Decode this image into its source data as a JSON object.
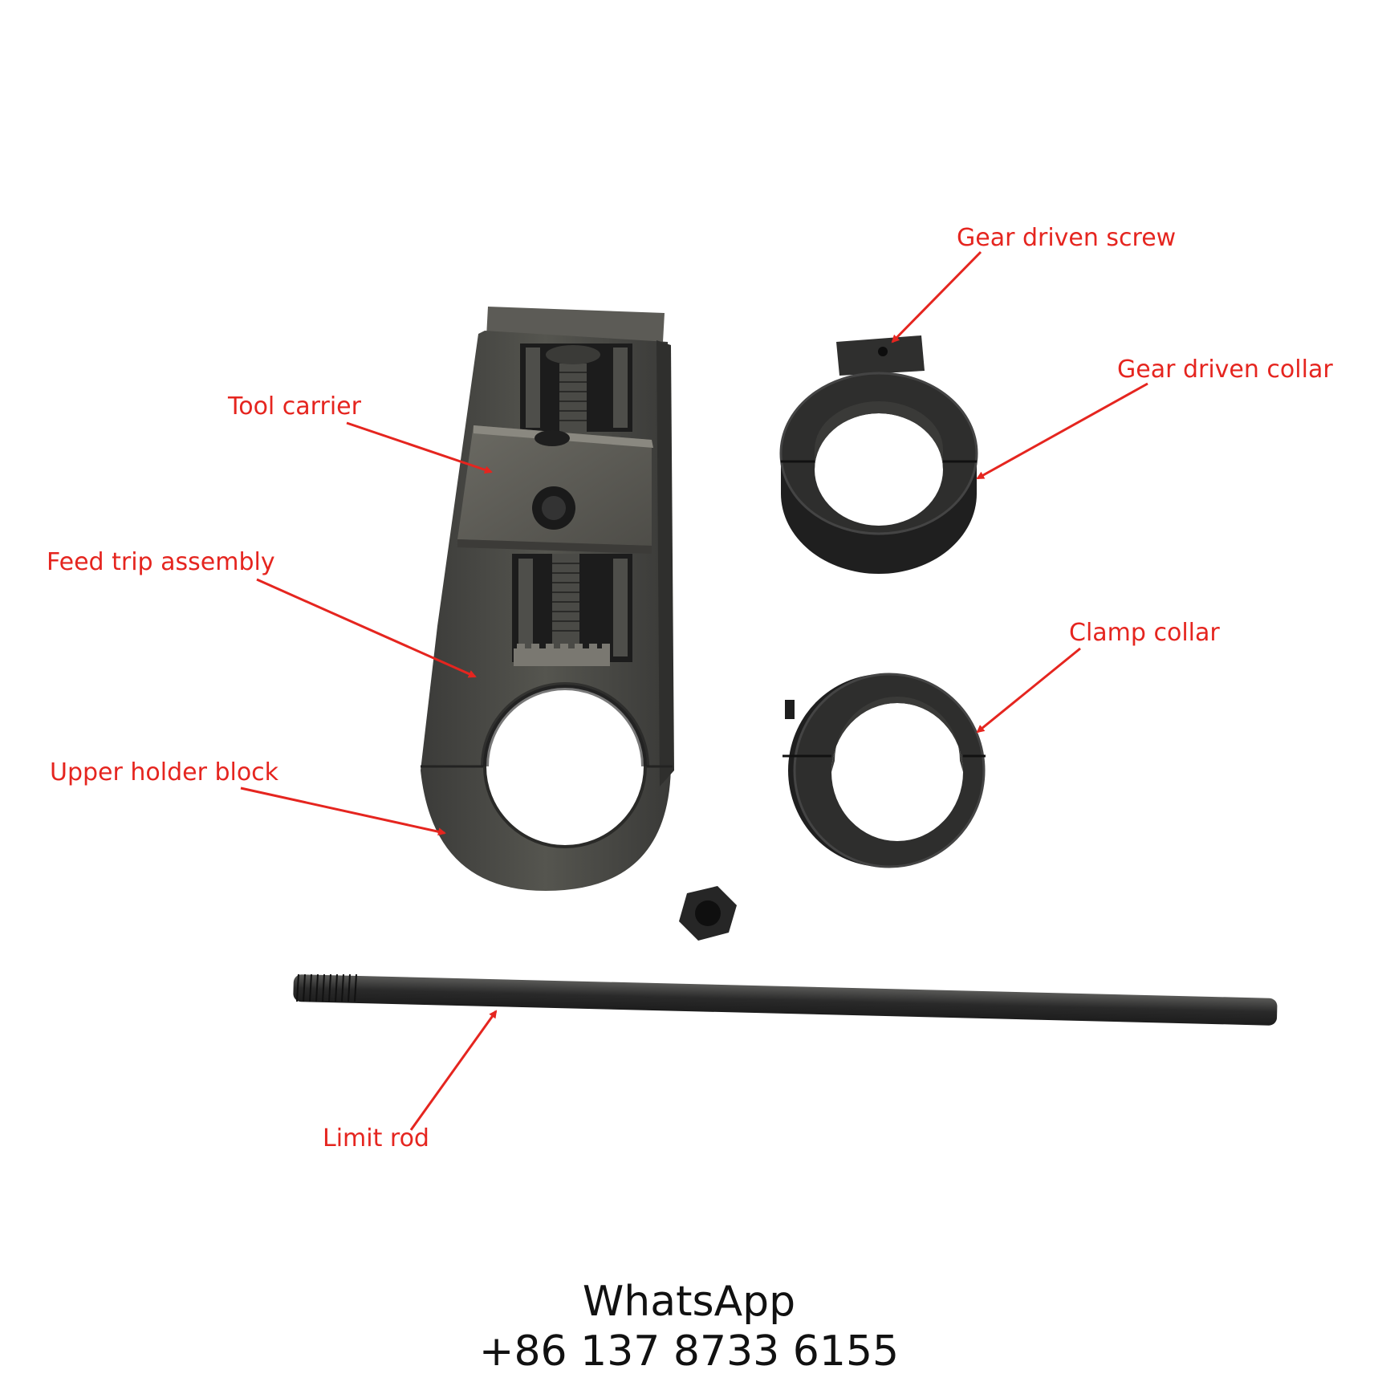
{
  "labels": {
    "gear_driven_screw": "Gear driven screw",
    "gear_driven_collar": "Gear driven collar",
    "tool_carrier": "Tool carrier",
    "feed_trip_assembly": "Feed trip assembly",
    "upper_holder_block": "Upper holder block",
    "clamp_collar": "Clamp collar",
    "limit_rod": "Limit rod"
  },
  "contact": {
    "app": "WhatsApp",
    "phone": "+86 137 8733 6155"
  },
  "colors": {
    "label": "#e5251f",
    "arrow": "#e5251f",
    "metal_dark": "#2b2b2b",
    "metal_mid": "#4a4a48",
    "metal_light": "#6a6a66",
    "background": "#ffffff"
  }
}
